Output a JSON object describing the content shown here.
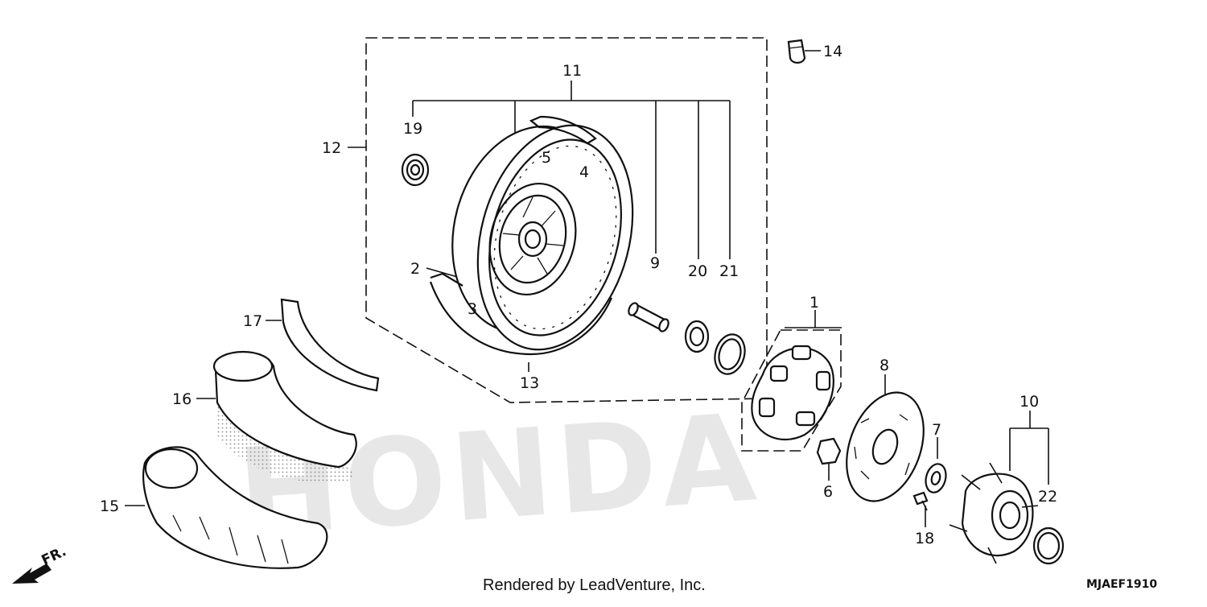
{
  "diagram": {
    "callouts": [
      "1",
      "2",
      "3",
      "4",
      "5",
      "6",
      "7",
      "8",
      "9",
      "10",
      "11",
      "12",
      "13",
      "14",
      "15",
      "16",
      "17",
      "18",
      "19",
      "20",
      "21",
      "22"
    ],
    "watermark": "HONDA",
    "direction_label": "FR.",
    "footer": "Rendered by LeadVenture, Inc.",
    "diagram_code": "MJAEF1910"
  }
}
